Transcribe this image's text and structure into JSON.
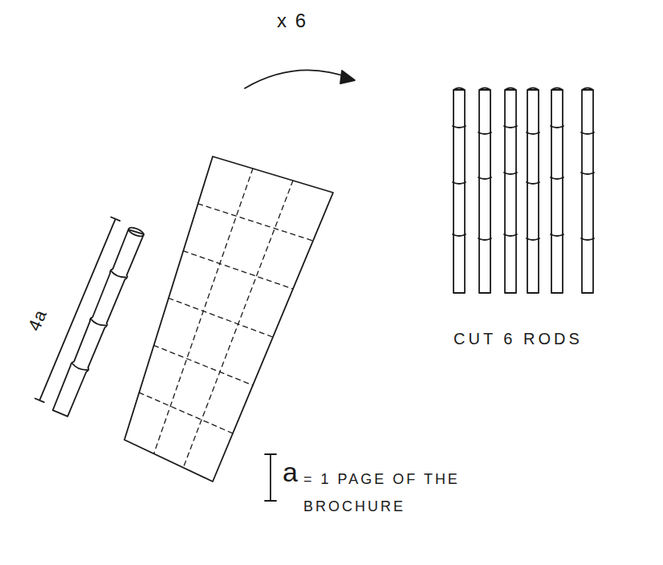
{
  "diagram": {
    "labels": [
      "x 6",
      "4a",
      "CUT 6 RODS",
      "a",
      "= 1 PAGE OF THE BROCHURE"
    ]
  }
}
